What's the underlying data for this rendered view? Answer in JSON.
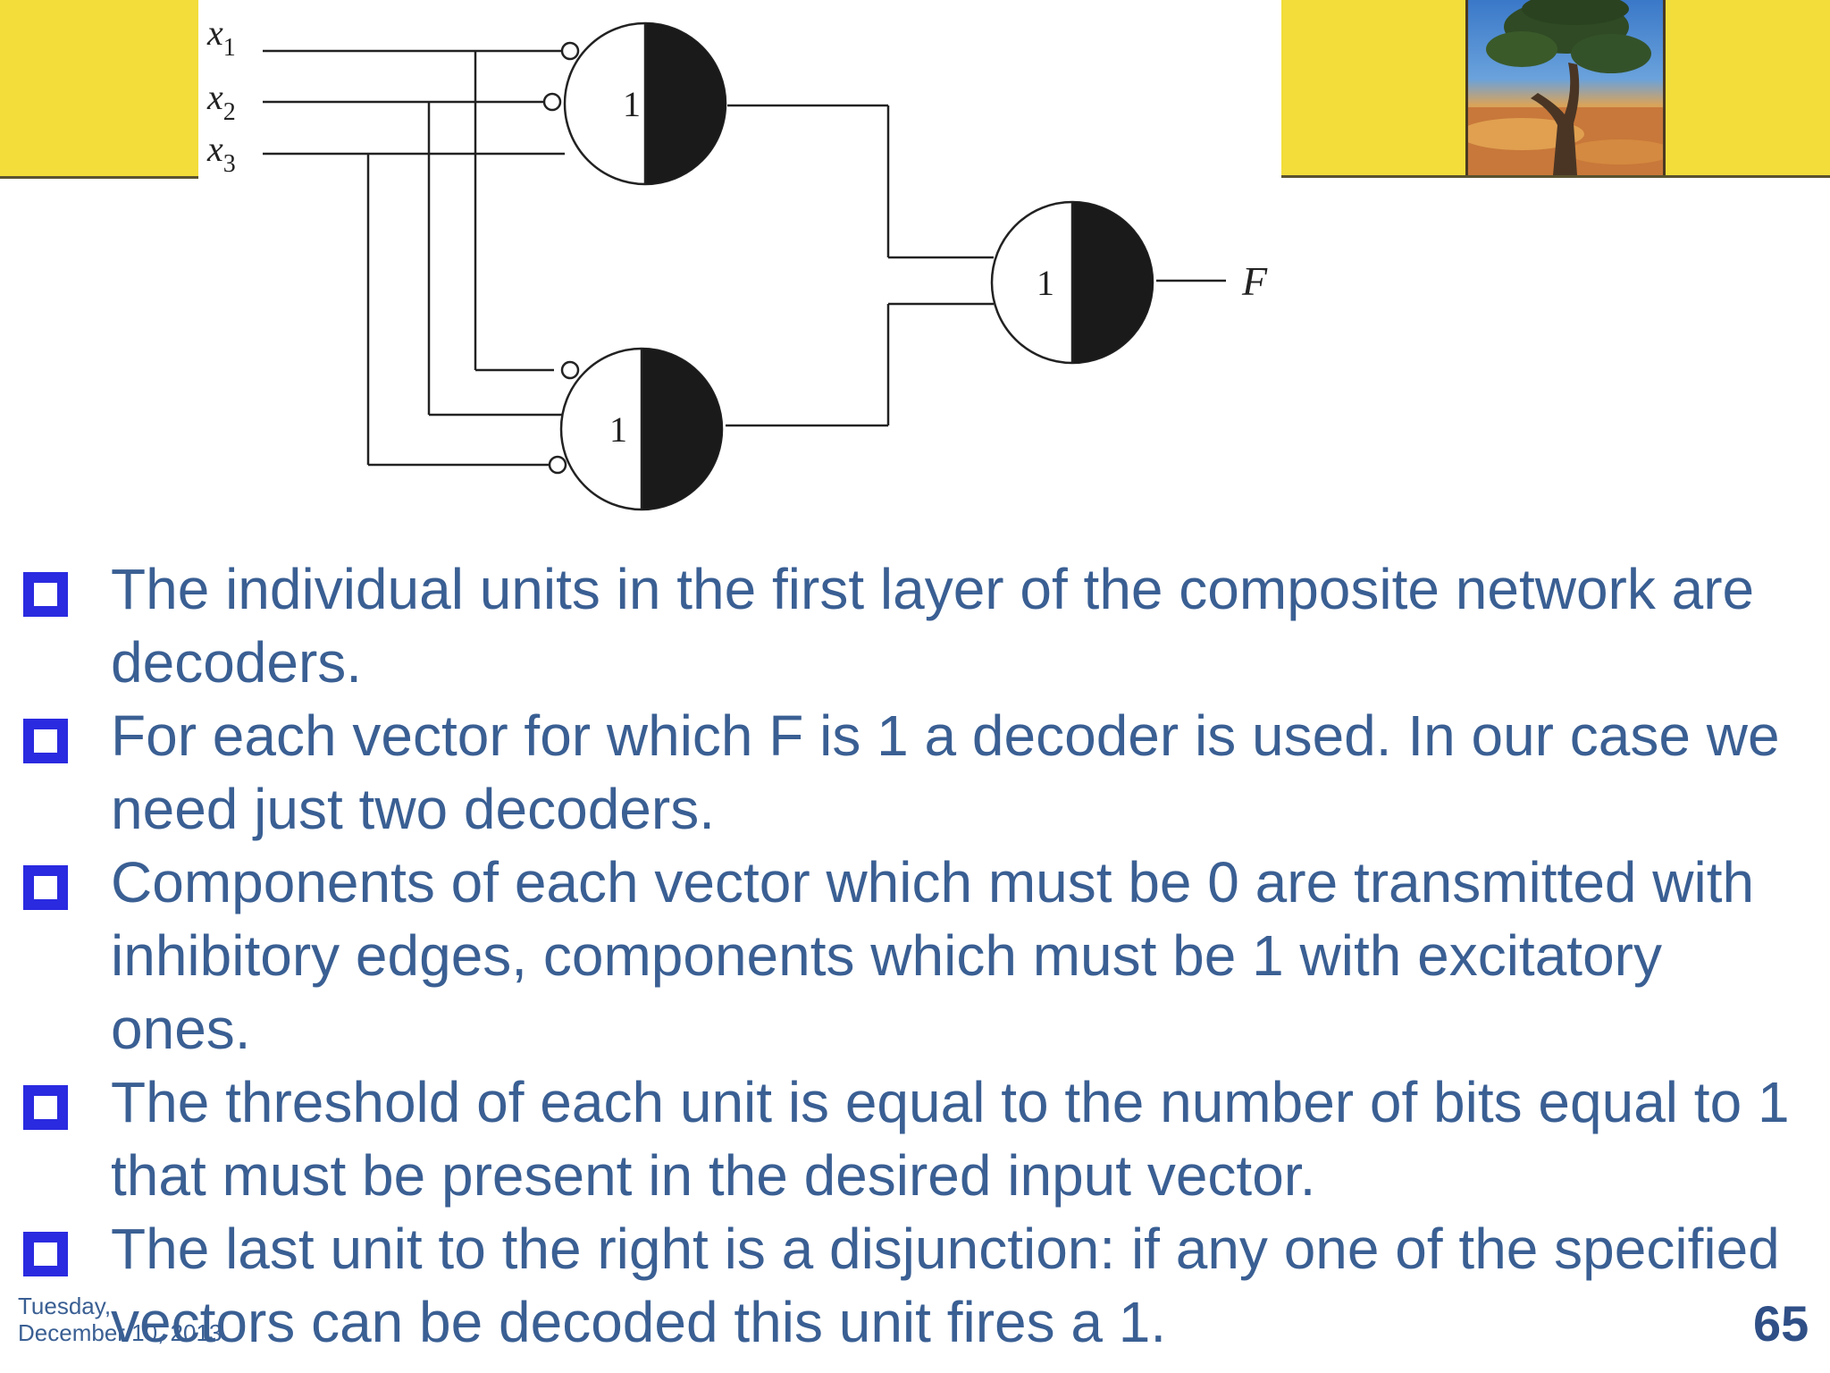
{
  "diagram": {
    "inputs": [
      "x1",
      "x2",
      "x3"
    ],
    "output": "F",
    "units": [
      {
        "name": "decoder-top",
        "threshold": "1"
      },
      {
        "name": "decoder-bottom",
        "threshold": "1"
      },
      {
        "name": "disjunction",
        "threshold": "1"
      }
    ]
  },
  "bullets": [
    "The individual units in the first layer of the composite network are decoders.",
    "For each vector for which F is 1 a decoder is used. In our case we need just two decoders.",
    "Components of each vector which must be 0 are transmitted with inhibitory edges, components which must be 1 with excitatory ones.",
    " The threshold of each unit is equal to the number of bits equal to 1 that must be present in the desired input vector.",
    "The last unit to the right is a disjunction: if any one of the specified vectors can be decoded this unit fires a 1."
  ],
  "footer": {
    "date_line1": "Tuesday,",
    "date_line2": "December 10, 2013",
    "page_number": "65"
  },
  "colors": {
    "band": "#f2dd3a",
    "text": "#3a5f93",
    "bullet": "#2a2ae0"
  }
}
